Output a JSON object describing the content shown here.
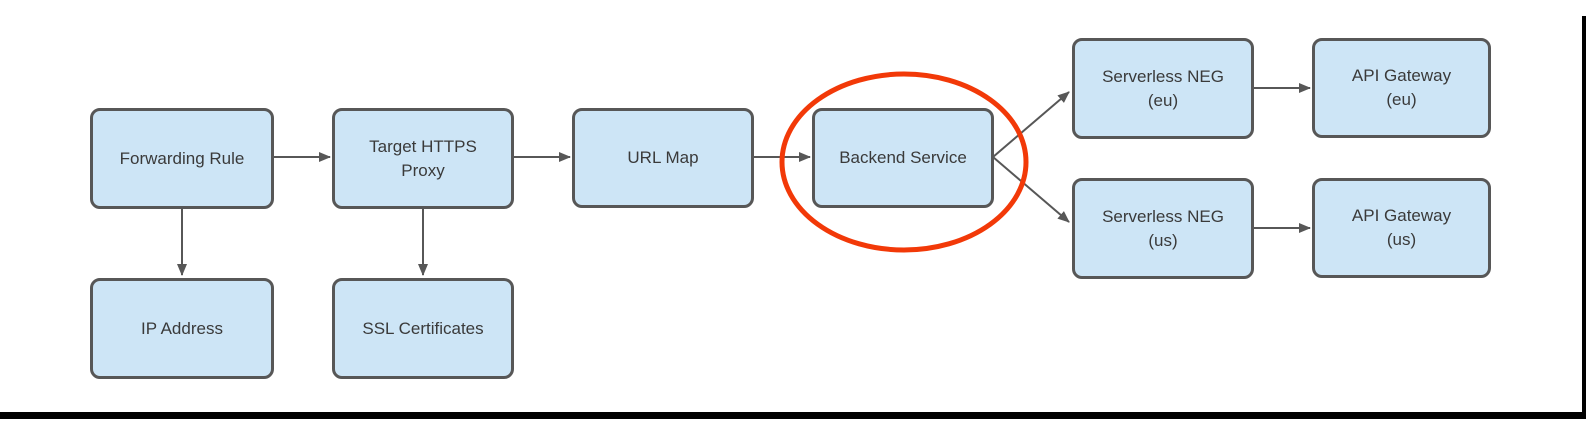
{
  "colors": {
    "node_fill": "#cde5f6",
    "node_border": "#575757",
    "arrow_color": "#575757",
    "highlight_color": "#f23908",
    "text_color": "#3a3a3a",
    "frame_color": "#000000"
  },
  "nodes": {
    "forwarding_rule": {
      "label": "Forwarding Rule"
    },
    "target_https_proxy": {
      "label": "Target HTTPS\nProxy"
    },
    "url_map": {
      "label": "URL Map"
    },
    "backend_service": {
      "label": "Backend Service"
    },
    "serverless_neg_eu": {
      "label": "Serverless NEG\n(eu)"
    },
    "api_gateway_eu": {
      "label": "API Gateway\n(eu)"
    },
    "serverless_neg_us": {
      "label": "Serverless NEG\n(us)"
    },
    "api_gateway_us": {
      "label": "API Gateway\n(us)"
    },
    "ip_address": {
      "label": "IP Address"
    },
    "ssl_certificates": {
      "label": "SSL Certificates"
    }
  },
  "edges": [
    {
      "from": "forwarding_rule",
      "to": "target_https_proxy"
    },
    {
      "from": "forwarding_rule",
      "to": "ip_address"
    },
    {
      "from": "target_https_proxy",
      "to": "url_map"
    },
    {
      "from": "target_https_proxy",
      "to": "ssl_certificates"
    },
    {
      "from": "url_map",
      "to": "backend_service"
    },
    {
      "from": "backend_service",
      "to": "serverless_neg_eu"
    },
    {
      "from": "backend_service",
      "to": "serverless_neg_us"
    },
    {
      "from": "serverless_neg_eu",
      "to": "api_gateway_eu"
    },
    {
      "from": "serverless_neg_us",
      "to": "api_gateway_us"
    }
  ],
  "annotations": {
    "highlight": {
      "shape": "ellipse",
      "target": "backend_service"
    }
  }
}
